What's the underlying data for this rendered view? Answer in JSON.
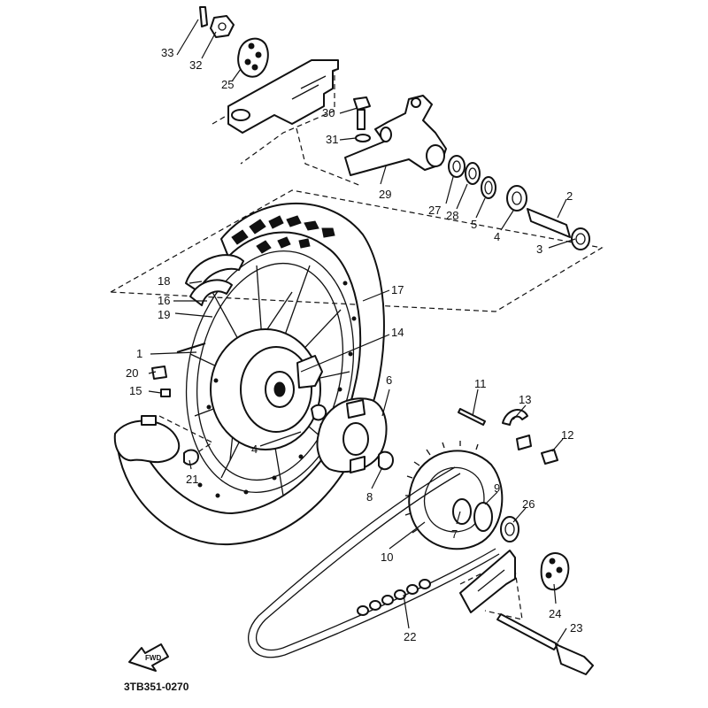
{
  "diagram_code": "3TB351-0270",
  "fwd_label": "FWD",
  "callouts": {
    "c1": "1",
    "c2": "2",
    "c3": "3",
    "c4a": "4",
    "c4b": "4",
    "c5": "5",
    "c6": "6",
    "c7": "7",
    "c8": "8",
    "c9": "9",
    "c10": "10",
    "c11": "11",
    "c12": "12",
    "c13": "13",
    "c14": "14",
    "c15": "15",
    "c16": "16",
    "c17": "17",
    "c18": "18",
    "c19": "19",
    "c20": "20",
    "c21": "21",
    "c22": "22",
    "c23": "23",
    "c24": "24",
    "c25": "25",
    "c26": "26",
    "c27": "27",
    "c28": "28",
    "c29": "29",
    "c30": "30",
    "c31": "31",
    "c32": "32",
    "c33": "33"
  }
}
